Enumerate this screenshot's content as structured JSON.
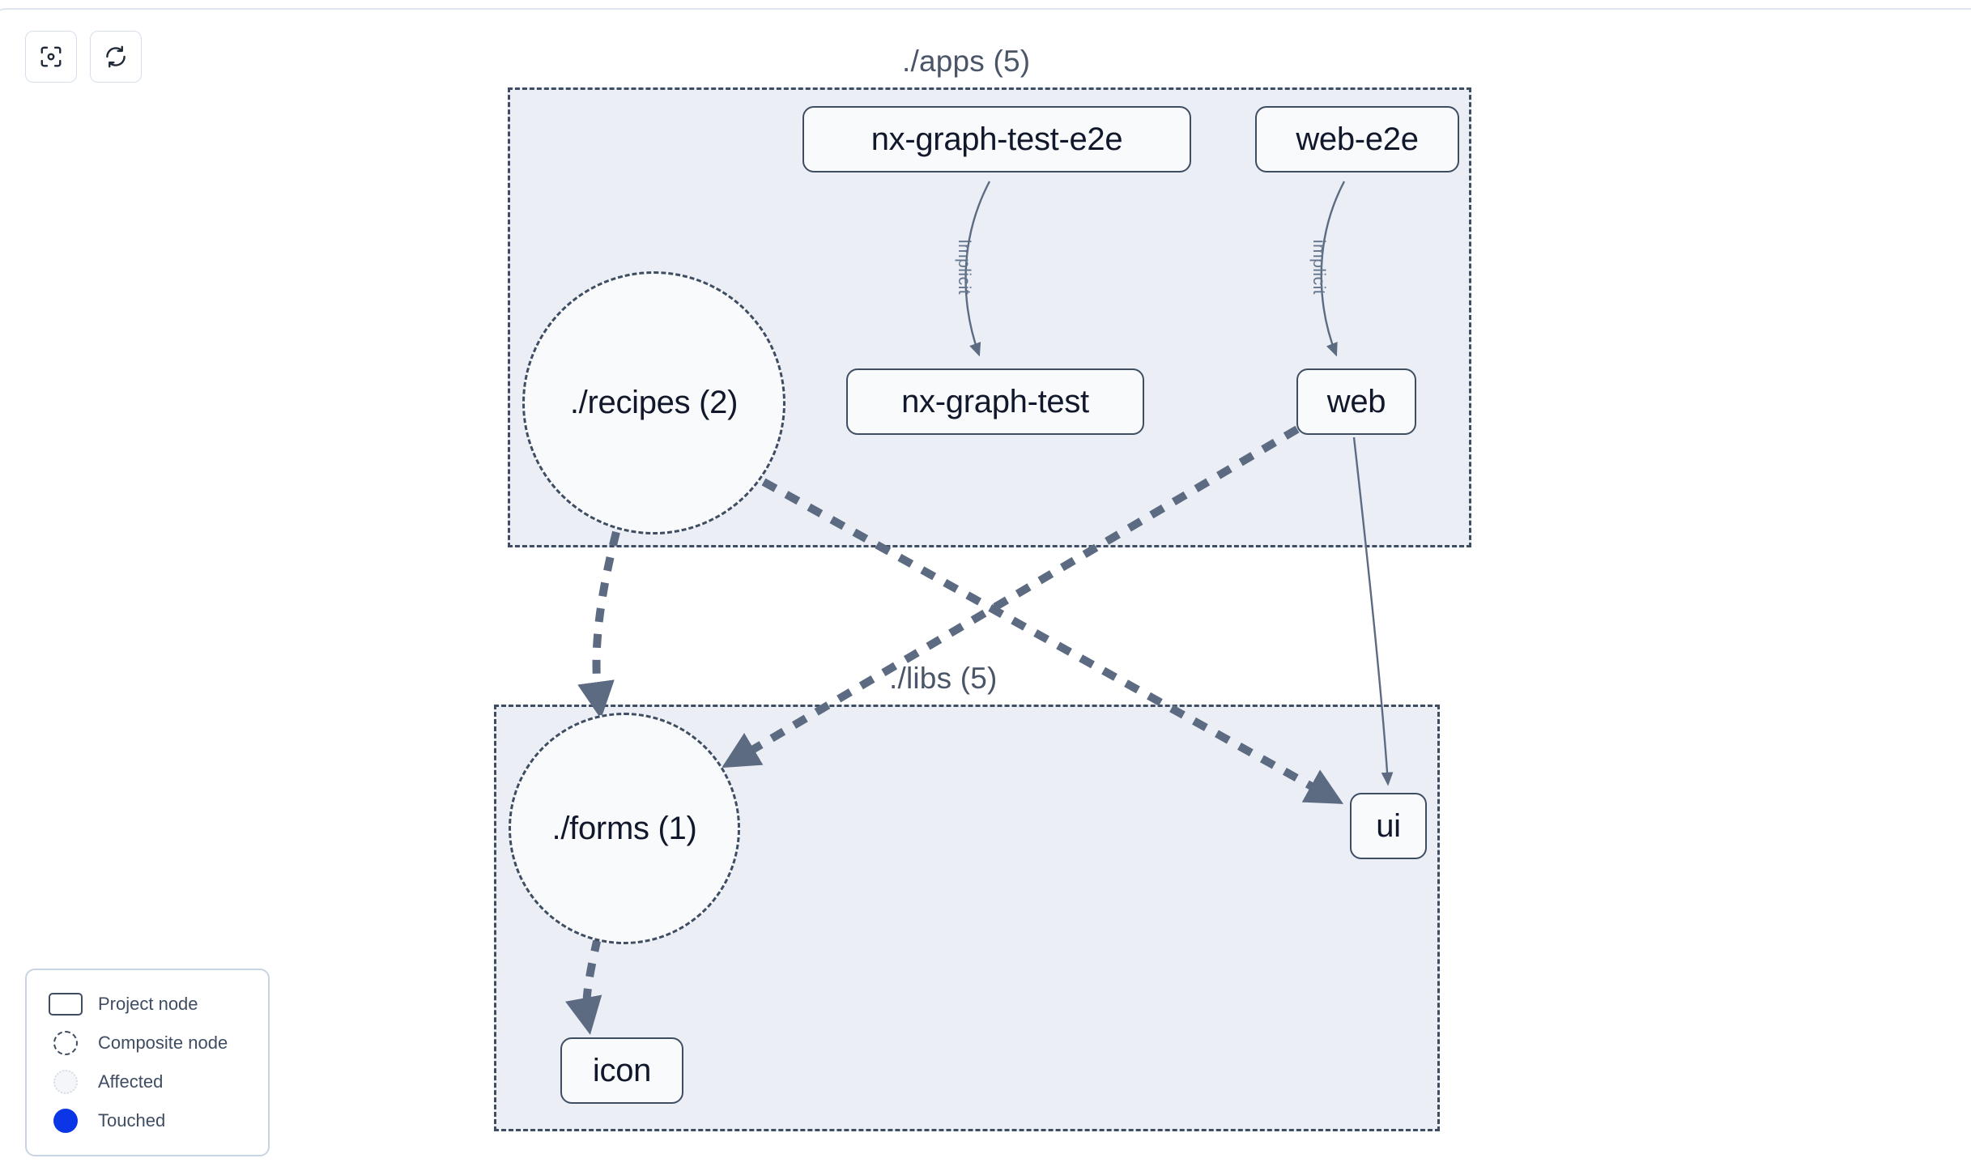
{
  "toolbar": {
    "buttons": [
      {
        "name": "focus-graph-button",
        "icon": "focus-target-icon",
        "label": "Focus graph"
      },
      {
        "name": "refresh-graph-button",
        "icon": "refresh-icon",
        "label": "Refresh graph"
      }
    ]
  },
  "graph": {
    "groups": [
      {
        "id": "apps",
        "label": "./apps (5)"
      },
      {
        "id": "libs",
        "label": "./libs (5)"
      }
    ],
    "nodes": [
      {
        "id": "nx-graph-test-e2e",
        "label": "nx-graph-test-e2e",
        "type": "project",
        "group": "apps"
      },
      {
        "id": "web-e2e",
        "label": "web-e2e",
        "type": "project",
        "group": "apps"
      },
      {
        "id": "recipes",
        "label": "./recipes (2)",
        "type": "composite",
        "group": "apps"
      },
      {
        "id": "nx-graph-test",
        "label": "nx-graph-test",
        "type": "project",
        "group": "apps"
      },
      {
        "id": "web",
        "label": "web",
        "type": "project",
        "group": "apps"
      },
      {
        "id": "forms",
        "label": "./forms (1)",
        "type": "composite",
        "group": "libs"
      },
      {
        "id": "ui",
        "label": "ui",
        "type": "project",
        "group": "libs"
      },
      {
        "id": "icon",
        "label": "icon",
        "type": "project",
        "group": "libs"
      }
    ],
    "edges": [
      {
        "from": "nx-graph-test-e2e",
        "to": "nx-graph-test",
        "label": "implicit",
        "style": "solid"
      },
      {
        "from": "web-e2e",
        "to": "web",
        "label": "implicit",
        "style": "solid"
      },
      {
        "from": "web",
        "to": "ui",
        "label": "",
        "style": "solid"
      },
      {
        "from": "recipes",
        "to": "forms",
        "label": "",
        "style": "dashed"
      },
      {
        "from": "recipes",
        "to": "ui",
        "label": "",
        "style": "dashed"
      },
      {
        "from": "web",
        "to": "forms",
        "label": "",
        "style": "dashed"
      },
      {
        "from": "forms",
        "to": "icon",
        "label": "",
        "style": "dashed"
      }
    ],
    "edge_labels": {
      "implicit_1": "implicit",
      "implicit_2": "implicit"
    }
  },
  "legend": {
    "items": [
      {
        "swatch": "project-node-swatch",
        "label": "Project node"
      },
      {
        "swatch": "composite-node-swatch",
        "label": "Composite node"
      },
      {
        "swatch": "affected-node-swatch",
        "label": "Affected"
      },
      {
        "swatch": "touched-node-swatch",
        "label": "Touched"
      }
    ]
  },
  "colors": {
    "node_border": "#3f4d63",
    "node_fill": "#f8fafc",
    "group_fill": "#ebeff5",
    "edge": "#64748b",
    "touched": "#0b36e8",
    "text": "#12182b"
  }
}
